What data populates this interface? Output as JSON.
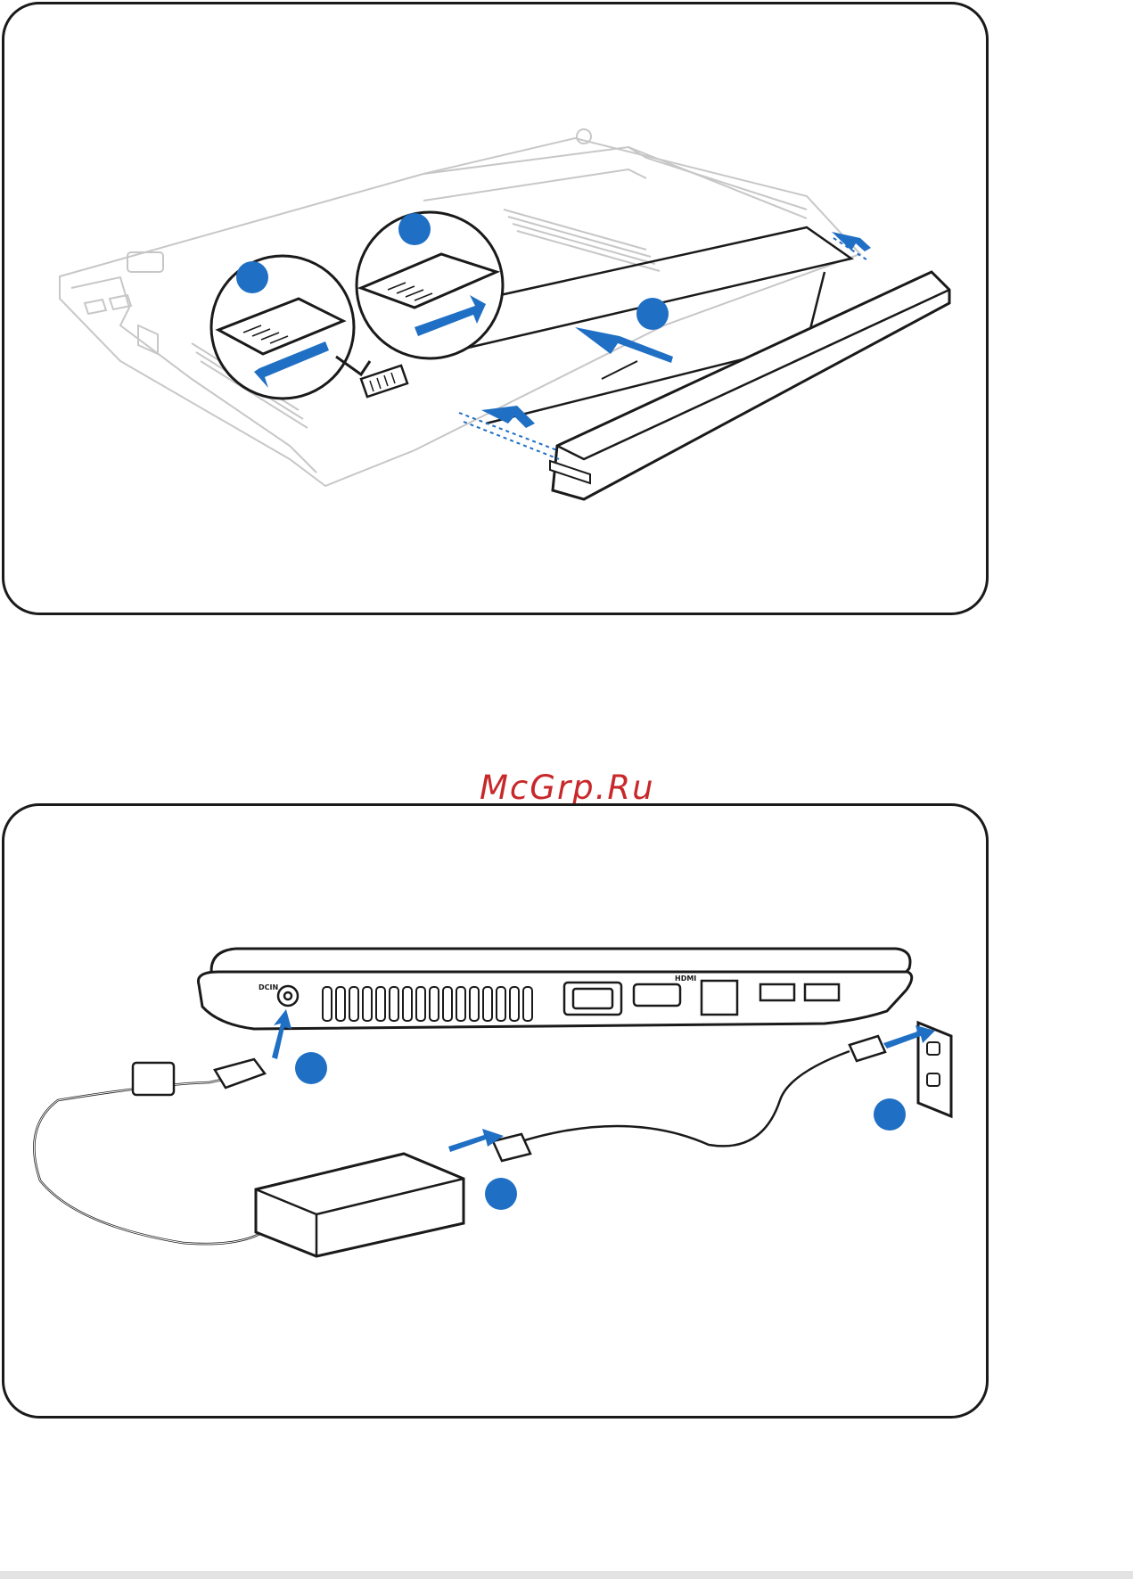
{
  "watermark": "McGrp.Ru",
  "colors": {
    "accent": "#1f6fc4",
    "outline": "#1a1a1a",
    "watermark": "#c8282a"
  },
  "battery_panel": {
    "steps": [
      "",
      "",
      ""
    ]
  },
  "power_panel": {
    "port_labels": {
      "dc_in": "DCIN",
      "hdmi": "HDMI"
    },
    "steps": [
      "",
      "",
      ""
    ]
  }
}
